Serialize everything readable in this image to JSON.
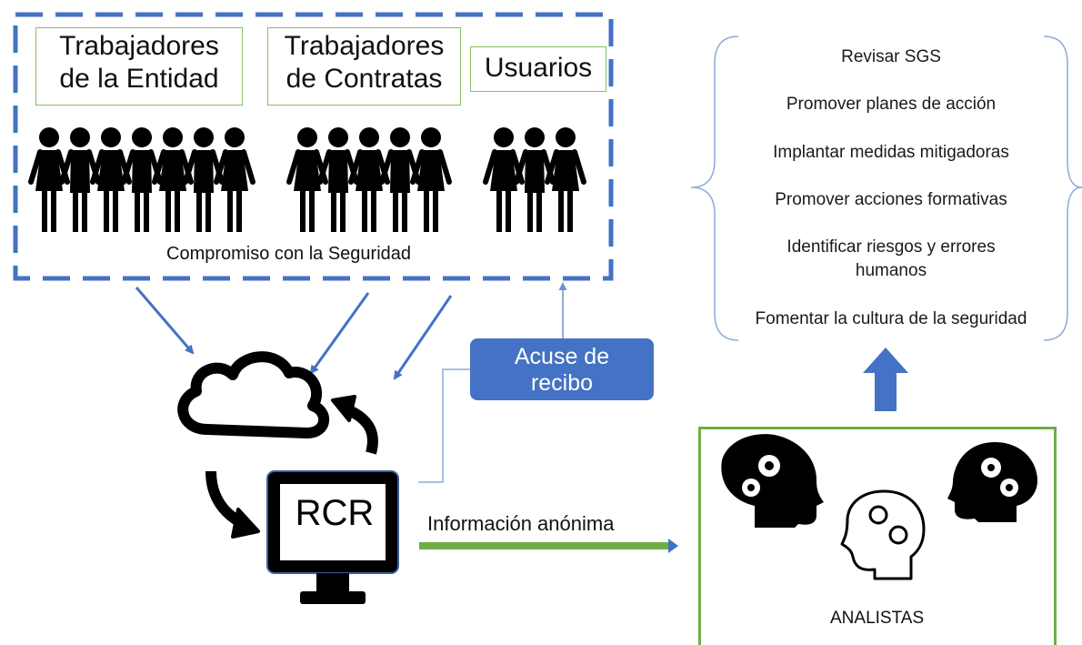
{
  "groups": [
    {
      "label_line1": "Trabajadores",
      "label_line2": "de la Entidad",
      "figures": 7
    },
    {
      "label_line1": "Trabajadores",
      "label_line2": "de Contratas",
      "figures": 5
    },
    {
      "label_line1": "Usuarios",
      "label_line2": "",
      "figures": 3
    }
  ],
  "commitment_caption": "Compromiso con la Seguridad",
  "acknowledgement": {
    "line1": "Acuse de",
    "line2": "recibo"
  },
  "system_label": "RCR",
  "flow_label": "Información anónima",
  "analysts_label": "ANALISTAS",
  "actions": [
    "Revisar SGS",
    "Promover planes de acción",
    "Implantar medidas mitigadoras",
    "Promover acciones formativas",
    "Identificar riesgos y errores humanos",
    "Fomentar la cultura de la seguridad"
  ],
  "colors": {
    "dashed_border": "#4472c4",
    "label_border": "#8bbf62",
    "arrow_blue": "#4472c4",
    "ack_fill": "#4472c4",
    "analysts_border": "#70ad47",
    "flow_arrow": "#70ad47",
    "brace": "#8faadc",
    "up_arrow": "#4472c4"
  },
  "icons": [
    "person-icon",
    "cloud-icon",
    "sync-arrows-icon",
    "monitor-icon",
    "head-gears-icon"
  ]
}
